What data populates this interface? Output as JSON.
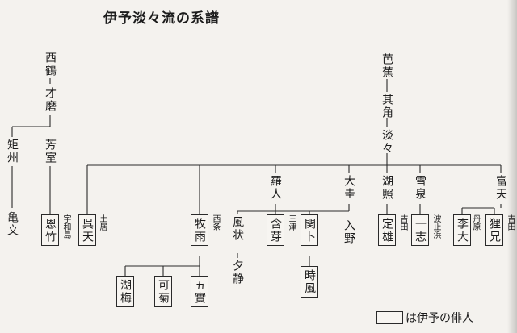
{
  "title": "伊予淡々流の系譜",
  "names": {
    "nishizuru": "西鶴",
    "saimaro": "才磨",
    "kukoshu": "矩州",
    "hoshitsu": "芳室",
    "kibun": "亀文",
    "onchiku": "恩竹",
    "goten": "呉天",
    "bokuu": "牧雨",
    "koume": "湖梅",
    "kagiku": "可菊",
    "gojitsu": "五實",
    "basho": "芭蕉",
    "kikaku": "其角",
    "tantan": "淡々",
    "rajin": "羅人",
    "taikei": "大圭",
    "kosho": "湖照",
    "sessen": "雪泉",
    "futen": "富天",
    "fujo": "風状",
    "yusei": "夕静",
    "gansha": "含芽",
    "kanboku": "関卜",
    "jifu": "時風",
    "teiyu": "定雄",
    "isshi": "一志",
    "ridai": "李大",
    "riji": "狸兄"
  },
  "places": {
    "uwajima": "宇和島",
    "doi": "土居",
    "saijo": "西条",
    "mitsu": "三津",
    "iyo": "入野",
    "yoshida1": "吉田",
    "hashihama": "波止浜",
    "tanbara": "丹原",
    "yoshida2": "吉田"
  },
  "legend": "は伊予の俳人"
}
